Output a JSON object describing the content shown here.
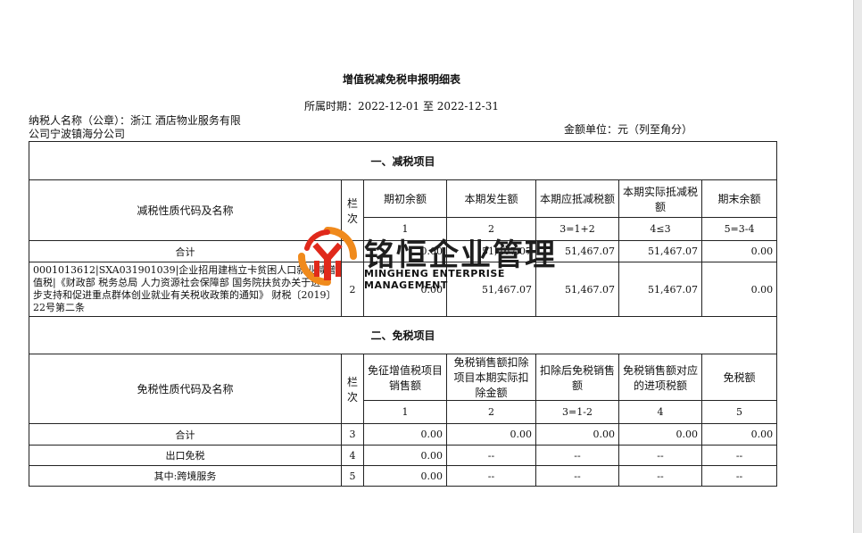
{
  "document": {
    "title": "增值税减免税申报明细表",
    "period": "所属时期：2022-12-01 至 2022-12-31",
    "taxpayer_line1": "纳税人名称（公章）：浙江  酒店物业服务有限",
    "taxpayer_line2": "公司宁波镇海分公司",
    "unit": "金额单位：元（列至角分）"
  },
  "reduction": {
    "section_title": "一、减税项目",
    "headers": {
      "name": "减税性质代码及名称",
      "line": "栏次",
      "c1": "期初余额",
      "c2": "本期发生额",
      "c3": "本期应抵减税额",
      "c4": "本期实际抵减税额",
      "c5": "期末余额"
    },
    "col_numbers": [
      "1",
      "2",
      "3=1+2",
      "4≤3",
      "5=3-4"
    ],
    "total": {
      "label": "合计",
      "line": "1",
      "c1": "0.00",
      "c2": "51,467.07",
      "c3": "51,467.07",
      "c4": "51,467.07",
      "c5": "0.00"
    },
    "item": {
      "desc": "0001013612|SXA031901039|企业招用建档立卡贫困人口就业减增值税|《财政部 税务总局 人力资源社会保障部 国务院扶贫办关于进一步支持和促进重点群体创业就业有关税收政策的通知》 财税〔2019〕22号第二条",
      "line": "2",
      "c1": "0.00",
      "c2": "51,467.07",
      "c3": "51,467.07",
      "c4": "51,467.07",
      "c5": "0.00"
    }
  },
  "exemption": {
    "section_title": "二、免税项目",
    "headers": {
      "name": "免税性质代码及名称",
      "line": "栏次",
      "c1": "免征增值税项目销售额",
      "c2": "免税销售额扣除项目本期实际扣除金额",
      "c3": "扣除后免税销售额",
      "c4": "免税销售额对应的进项税额",
      "c5": "免税额"
    },
    "col_numbers": [
      "1",
      "2",
      "3=1-2",
      "4",
      "5"
    ],
    "rows": [
      {
        "label": "合计",
        "line": "3",
        "c1": "0.00",
        "c2": "0.00",
        "c3": "0.00",
        "c4": "0.00",
        "c5": "0.00"
      },
      {
        "label": "出口免税",
        "line": "4",
        "c1": "0.00",
        "c2": "--",
        "c3": "--",
        "c4": "--",
        "c5": "--"
      },
      {
        "label": "其中:跨境服务",
        "line": "5",
        "c1": "0.00",
        "c2": "--",
        "c3": "--",
        "c4": "--",
        "c5": "--"
      }
    ]
  },
  "watermark": {
    "cn": "铭恒企业管理",
    "en": "MINGHENG ENTERPRISE MANAGEMENT",
    "colors": {
      "orange": "#f08a1c",
      "red": "#e0291b"
    }
  }
}
